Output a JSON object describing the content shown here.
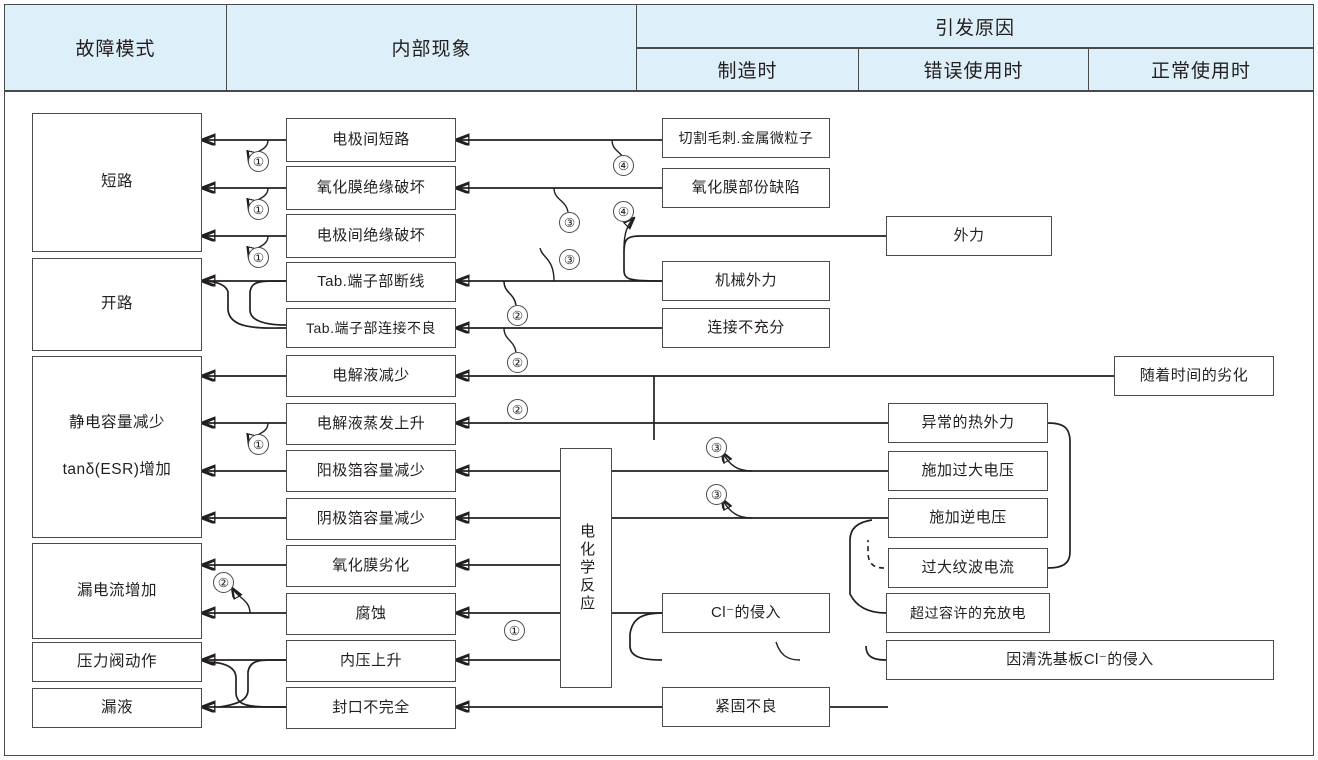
{
  "header": {
    "col_failure_mode": "故障模式",
    "col_internal": "内部现象",
    "col_cause_group": "引发原因",
    "sub_manufacture": "制造时",
    "sub_misuse": "错误使用时",
    "sub_normal": "正常使用时"
  },
  "failure_modes": [
    {
      "id": "short",
      "label": "短路"
    },
    {
      "id": "open",
      "label": "开路"
    },
    {
      "id": "cap-drop",
      "label": "静电容量减少",
      "label2": "tanδ(ESR)增加"
    },
    {
      "id": "leak-cur",
      "label": "漏电流增加"
    },
    {
      "id": "valve",
      "label": "压力阀动作"
    },
    {
      "id": "leakage",
      "label": "漏液"
    }
  ],
  "internal": [
    {
      "id": "elec-short",
      "label": "电极间短路"
    },
    {
      "id": "oxide-insul",
      "label": "氧化膜绝缘破坏"
    },
    {
      "id": "elec-insul",
      "label": "电极间绝缘破坏"
    },
    {
      "id": "tab-break",
      "label": "Tab.端子部断线"
    },
    {
      "id": "tab-badconn",
      "label": "Tab.端子部连接不良"
    },
    {
      "id": "electrolyte-dec",
      "label": "电解液减少"
    },
    {
      "id": "electrolyte-evp",
      "label": "电解液蒸发上升"
    },
    {
      "id": "anode-cap",
      "label": "阳极箔容量减少"
    },
    {
      "id": "cathode-cap",
      "label": "阴极箔容量减少"
    },
    {
      "id": "oxide-degrade",
      "label": "氧化膜劣化"
    },
    {
      "id": "corrosion",
      "label": "腐蚀"
    },
    {
      "id": "pressure-rise",
      "label": "内压上升"
    },
    {
      "id": "seal-incomplete",
      "label": "封口不完全"
    }
  ],
  "reaction_box": {
    "label": "电化学反应"
  },
  "causes_manufacture": [
    {
      "id": "burr",
      "label": "切割毛刺.金属微粒子"
    },
    {
      "id": "oxide-def",
      "label": "氧化膜部份缺陷"
    },
    {
      "id": "mech-force",
      "label": "机械外力"
    },
    {
      "id": "bad-conn",
      "label": "连接不充分"
    },
    {
      "id": "cl-intrude",
      "label": "Cl⁻的侵入"
    },
    {
      "id": "bad-crimp",
      "label": "紧固不良"
    }
  ],
  "causes_misuse": [
    {
      "id": "ext-force",
      "label": "外力"
    },
    {
      "id": "abnormal-heat",
      "label": "异常的热外力"
    },
    {
      "id": "overvoltage",
      "label": "施加过大电压"
    },
    {
      "id": "revvoltage",
      "label": "施加逆电压"
    },
    {
      "id": "ripple",
      "label": "过大纹波电流"
    },
    {
      "id": "overcharge",
      "label": "超过容许的充放电"
    },
    {
      "id": "cl-wash",
      "label": "因清洗基板Cl⁻的侵入"
    }
  ],
  "causes_normal": [
    {
      "id": "aging",
      "label": "随着时间的劣化"
    }
  ],
  "markers": [
    {
      "id": "m1a",
      "label": "①"
    },
    {
      "id": "m1b",
      "label": "①"
    },
    {
      "id": "m1c",
      "label": "①"
    },
    {
      "id": "m1d",
      "label": "①"
    },
    {
      "id": "m1e",
      "label": "①"
    },
    {
      "id": "m2a",
      "label": "②"
    },
    {
      "id": "m2b",
      "label": "②"
    },
    {
      "id": "m2c",
      "label": "②"
    },
    {
      "id": "m2d",
      "label": "②"
    },
    {
      "id": "m3a",
      "label": "③"
    },
    {
      "id": "m3b",
      "label": "③"
    },
    {
      "id": "m3c",
      "label": "③"
    },
    {
      "id": "m3d",
      "label": "③"
    },
    {
      "id": "m4a",
      "label": "④"
    },
    {
      "id": "m4b",
      "label": "④"
    }
  ],
  "colors": {
    "header_fill": "#ddeff8",
    "border": "#4a4a4a",
    "line": "#231f20"
  }
}
